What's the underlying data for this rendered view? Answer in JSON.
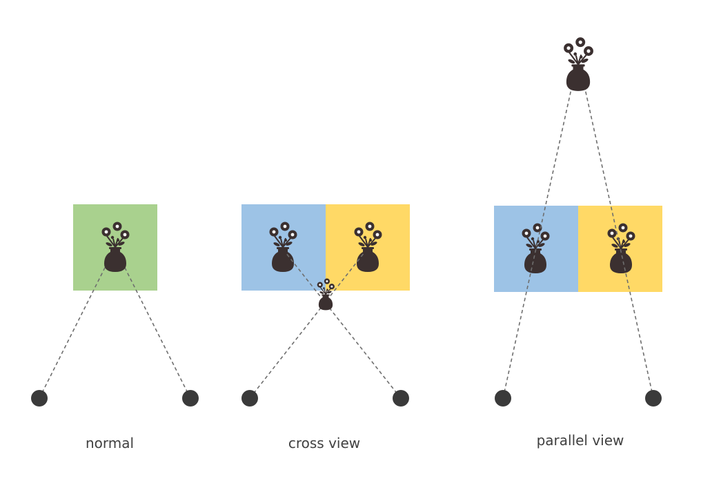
{
  "colors": {
    "normal_panel": "#a9d18e",
    "left_panel": "#9dc3e6",
    "right_panel": "#ffd966",
    "vase": "#3b3030",
    "eye": "#3a3a3a",
    "sight_line": "#6e6e6e",
    "caption": "#404040"
  },
  "icons": {
    "object": "flower-vase-icon",
    "viewer": "eye-dot-icon"
  },
  "panels": [
    {
      "id": "normal",
      "caption": "normal"
    },
    {
      "id": "cross",
      "caption": "cross view"
    },
    {
      "id": "parallel",
      "caption": "parallel view"
    }
  ]
}
